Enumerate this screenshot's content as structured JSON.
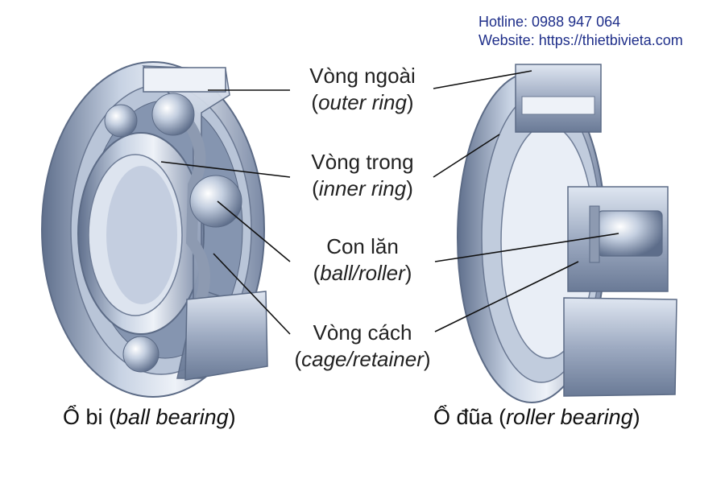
{
  "contact": {
    "hotline": "Hotline: 0988 947 064",
    "website": "Website: https://thietbivieta.com"
  },
  "labels": {
    "outer_ring": {
      "vi": "Vòng ngoài",
      "en": "outer ring"
    },
    "inner_ring": {
      "vi": "Vòng trong",
      "en": "inner ring"
    },
    "rolling_element": {
      "vi": "Con lăn",
      "en": "ball/roller"
    },
    "cage": {
      "vi": "Vòng cách",
      "en": "cage/retainer"
    }
  },
  "captions": {
    "ball_bearing": {
      "vi": "Ổ bi",
      "en": "ball bearing"
    },
    "roller_bearing": {
      "vi": "Ổ đũa",
      "en": "roller bearing"
    }
  },
  "colors": {
    "metal_dark": "#6f7f9a",
    "metal_mid": "#a9b6cc",
    "metal_light": "#e6ecf5",
    "text_blue": "#1f2f8a"
  }
}
